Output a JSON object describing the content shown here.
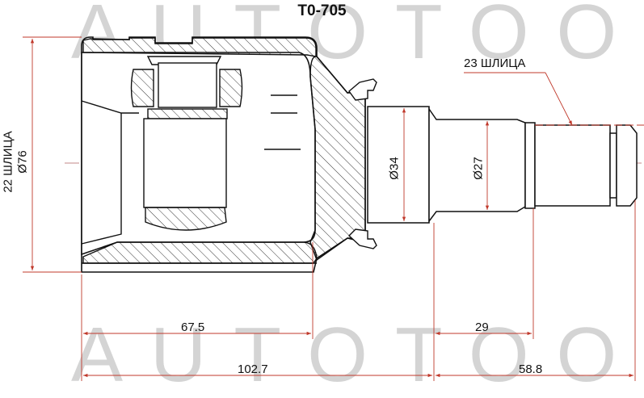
{
  "title": "T0-705",
  "watermark": "AUTOTOOT",
  "colors": {
    "outline": "#111111",
    "dimension": "#c0392b",
    "centerline": "#b06060",
    "watermark": "#d4d4d4"
  },
  "labels": {
    "outer_splines": "22 ШЛИЦА",
    "outer_diameter": "Ø76",
    "inner_splines": "23 ШЛИЦА",
    "shaft_diameter_1": "Ø34",
    "shaft_diameter_2": "Ø27"
  },
  "dimensions": {
    "housing_depth": "67.5",
    "overall_housing": "102.7",
    "shaft_length": "58.8",
    "spline_offset": "29"
  }
}
